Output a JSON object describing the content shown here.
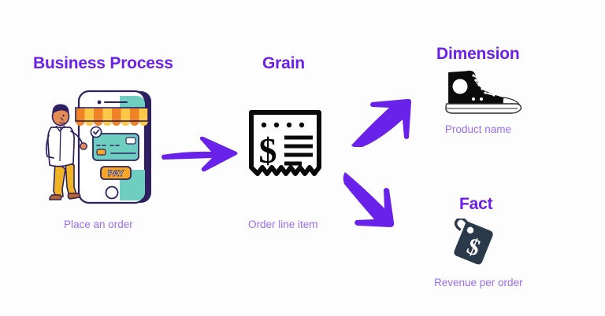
{
  "page": {
    "background_color": "#fdfdfe",
    "title_color": "#6c20ea",
    "caption_color": "#9a6cf5",
    "arrow_color": "#6922ea"
  },
  "diagram": {
    "type": "flow",
    "description": "Dimensional modeling flow: Business Process to Grain, branching into Dimension and Fact",
    "nodes": [
      {
        "id": "business-process",
        "heading": "Business Process",
        "caption": "Place an order",
        "icon": "mobile-payment-illustration"
      },
      {
        "id": "grain",
        "heading": "Grain",
        "caption": "Order line item",
        "icon": "receipt-icon"
      },
      {
        "id": "dimension",
        "heading": "Dimension",
        "caption": "Product name",
        "icon": "sneaker-icon"
      },
      {
        "id": "fact",
        "heading": "Fact",
        "caption": "Revenue per order",
        "icon": "price-tag-icon"
      }
    ],
    "edges": [
      {
        "id": "edge-1",
        "from": "business-process",
        "to": "grain",
        "direction": "right"
      },
      {
        "id": "edge-2",
        "from": "grain",
        "to": "dimension",
        "direction": "up-right"
      },
      {
        "id": "edge-3",
        "from": "grain",
        "to": "fact",
        "direction": "down-right"
      }
    ]
  },
  "illustration": {
    "phone": {
      "label": "PAY",
      "colors": {
        "body": "#2e2060",
        "screen": "#ffffff",
        "screen_accent": "#6ecfc0",
        "awning_orange": "#f08326",
        "awning_yellow": "#fdc748",
        "card": "#6ecfc0",
        "pay_button": "#f5a623",
        "outline": "#2e2060"
      }
    },
    "person": {
      "colors": {
        "shirt": "#ffffff",
        "pants": "#f0b323",
        "hair": "#2e2060",
        "skin": "#e58b54",
        "shoes": "#b5652d"
      }
    },
    "receipt": {
      "symbol": "$",
      "color": "#000000"
    },
    "shoe": {
      "colors": {
        "upper": "#0b0b0b",
        "sole": "#ffffff"
      }
    },
    "tag": {
      "symbol": "$",
      "color": "#2b3a4a"
    }
  }
}
